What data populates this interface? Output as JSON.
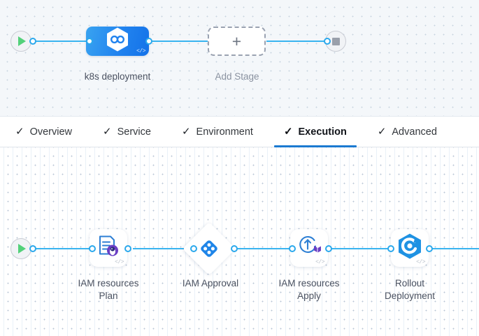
{
  "top_pipeline": {
    "start_node": {
      "icon": "play-icon",
      "title": "Start"
    },
    "stages": [
      {
        "label": "k8s deployment",
        "icon": "kubernetes-hexagon-icon",
        "code_marker": "</>"
      }
    ],
    "add_stage": {
      "label": "Add Stage",
      "icon": "plus-icon"
    },
    "end_node": {
      "icon": "stop-square-icon",
      "title": "End"
    }
  },
  "tabs": [
    {
      "label": "Overview",
      "check": "✓",
      "active": false
    },
    {
      "label": "Service",
      "check": "✓",
      "active": false
    },
    {
      "label": "Environment",
      "check": "✓",
      "active": false
    },
    {
      "label": "Execution",
      "check": "✓",
      "active": true
    },
    {
      "label": "Advanced",
      "check": "✓",
      "active": false
    }
  ],
  "bottom_pipeline": {
    "start_node": {
      "icon": "play-icon",
      "title": "Start"
    },
    "steps": [
      {
        "label": "IAM resources\nPlan",
        "icon": "terraform-plan-icon",
        "code_marker": "</>",
        "shape": "rounded"
      },
      {
        "label": "IAM Approval",
        "icon": "approval-diamond-icon",
        "code_marker": "",
        "shape": "diamond"
      },
      {
        "label": "IAM resources\nApply",
        "icon": "terraform-apply-icon",
        "code_marker": "</>",
        "shape": "rounded"
      },
      {
        "label": "Rollout\nDeployment",
        "icon": "argo-rollout-icon",
        "code_marker": "</>",
        "shape": "rounded"
      }
    ]
  },
  "colors": {
    "accent_blue": "#2183ef",
    "connector_blue": "#39b4f0",
    "active_tab_underline": "#1b7ad1",
    "start_green": "#53d17a",
    "terraform_purple": "#6b3fc4",
    "canvas_top_bg": "#f4f7fa",
    "canvas_bottom_bg": "#ffffff"
  }
}
